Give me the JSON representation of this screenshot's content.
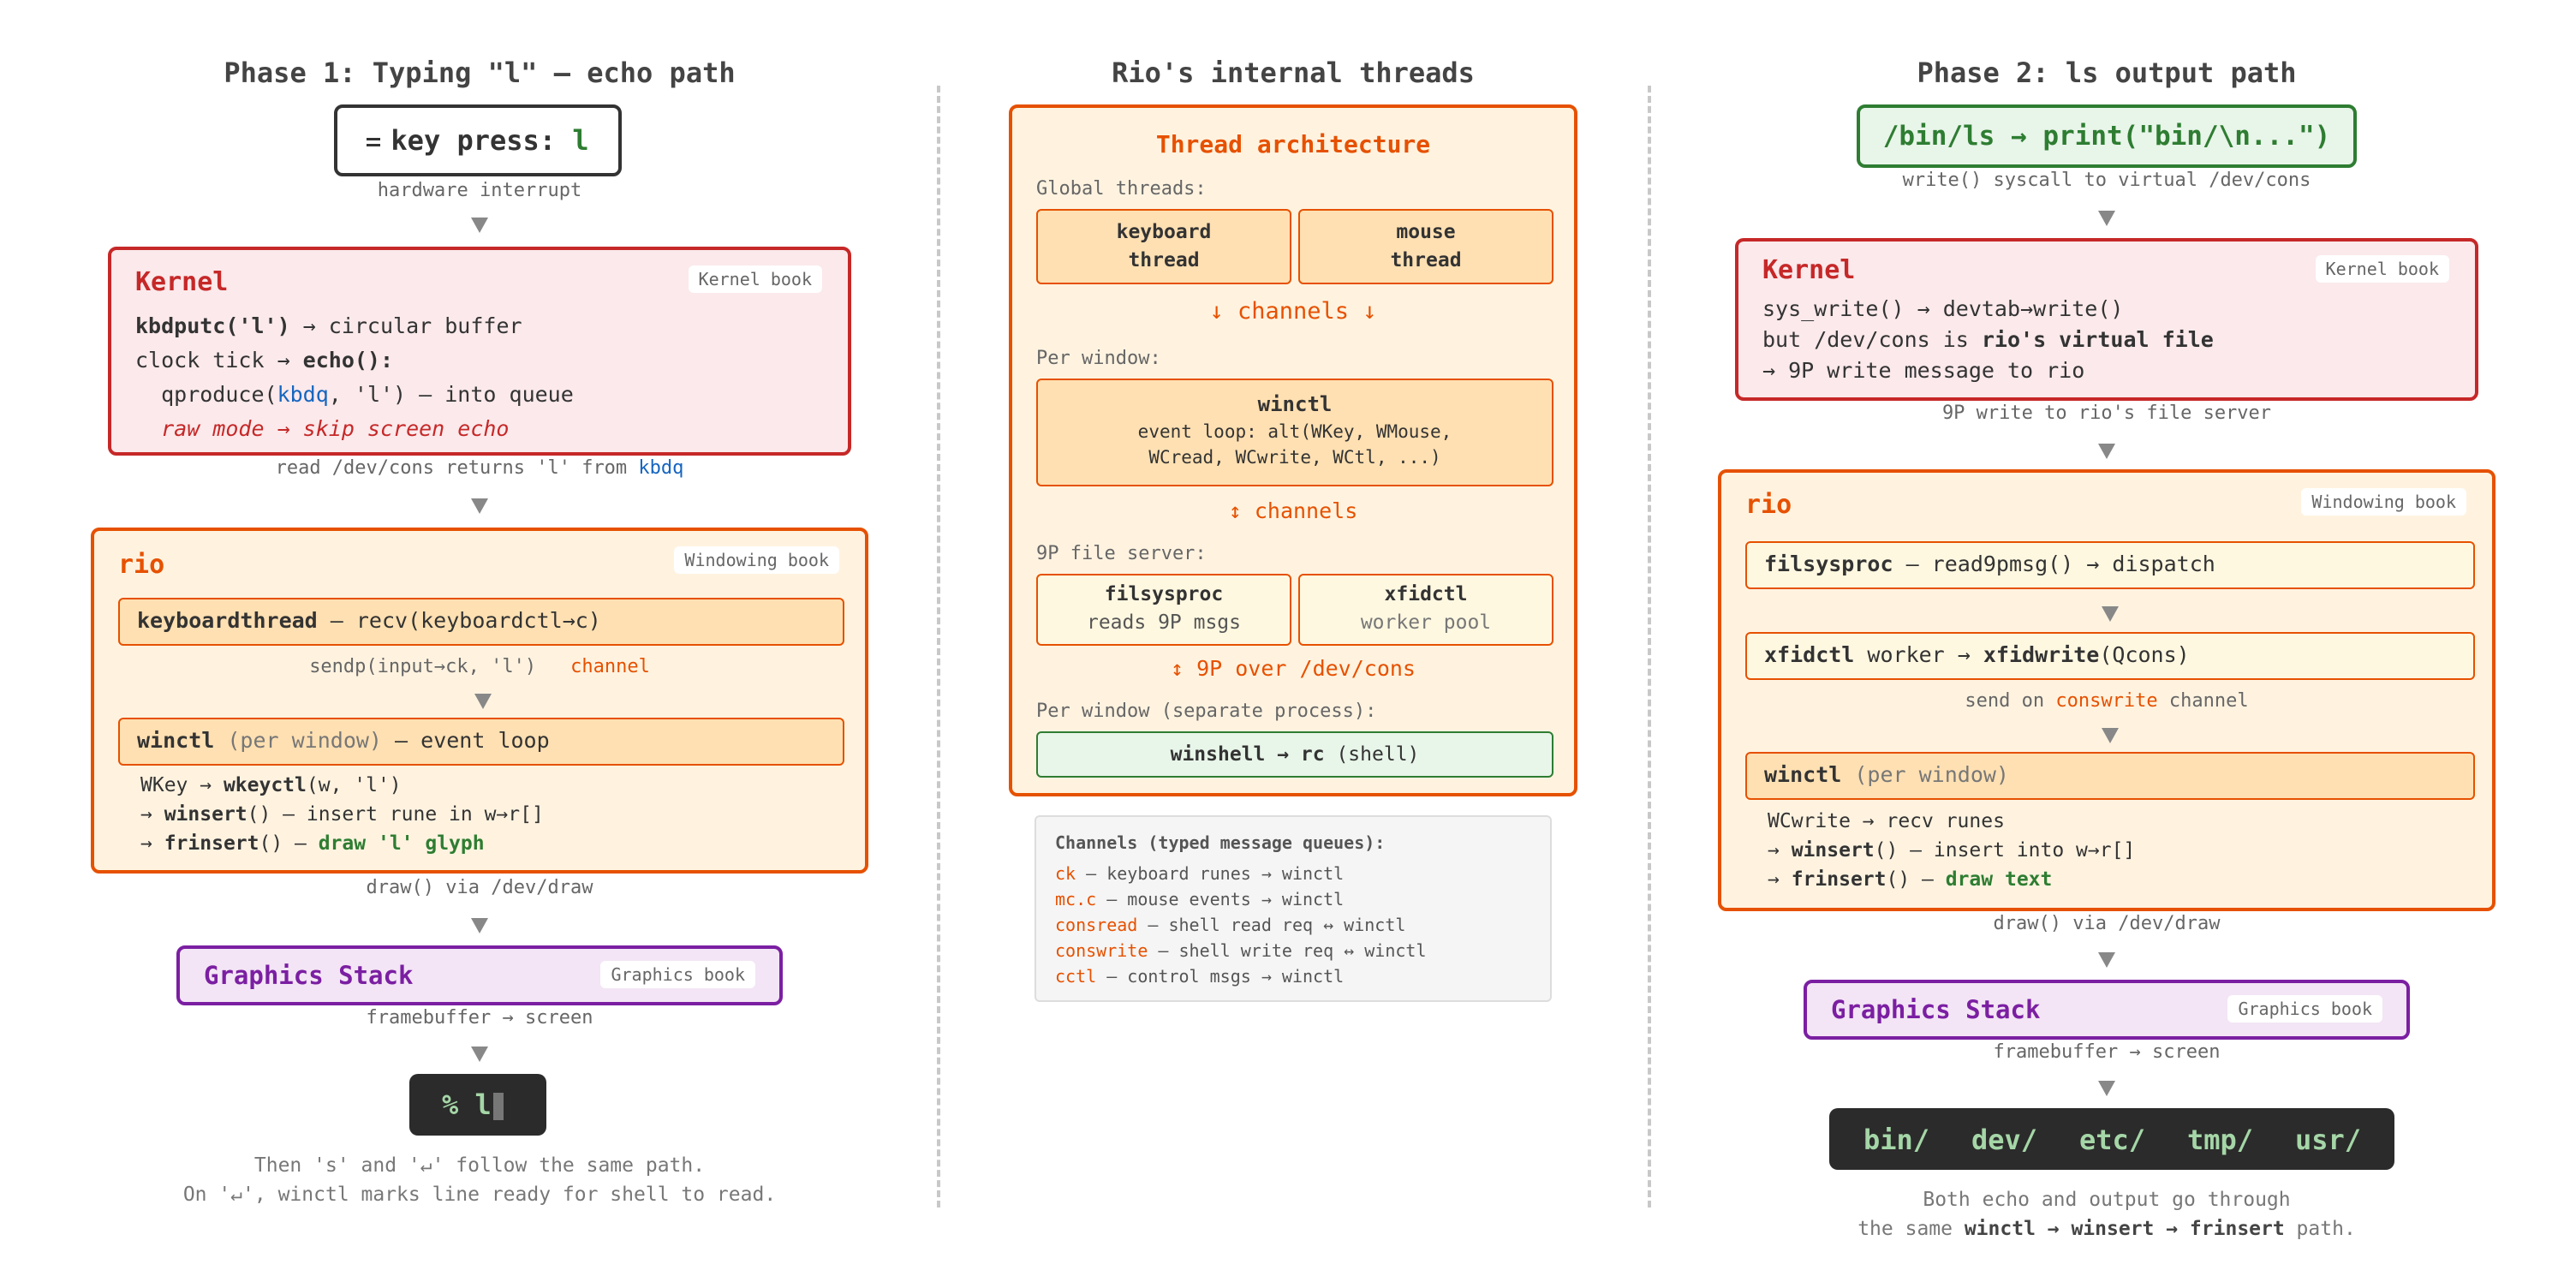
{
  "phase1": {
    "title": "Phase 1: Typing \"l\" — echo path",
    "keypress": {
      "prefix": "key press: ",
      "key": "l"
    },
    "interrupt_note": "hardware interrupt",
    "kernel": {
      "name": "Kernel",
      "tag": "Kernel book",
      "l1_fn": "kbdputc('l')",
      "l1_rest": " → circular buffer",
      "l2_pre": "clock tick → ",
      "l2_fn": "echo():",
      "l3_pre": "  qproduce(",
      "l3_blue": "kbdq",
      "l3_rest": ", 'l') — into queue",
      "l4": "  raw mode → skip screen echo"
    },
    "read_note_pre": "read /dev/cons returns 'l' from ",
    "read_note_blue": "kbdq",
    "rio": {
      "name": "rio",
      "tag": "Windowing book",
      "kb_bold": "keyboardthread",
      "kb_rest": " — recv(keyboardctl→c)",
      "send_note": "sendp(input→ck, 'l')",
      "send_channel": "channel",
      "winctl_bold": "winctl",
      "winctl_gray": " (per window)",
      "winctl_rest": " — event loop",
      "w1_pre": "WKey → ",
      "w1_fn": "wkeyctl",
      "w1_rest": "(w, 'l')",
      "w2_pre": "→ ",
      "w2_fn": "winsert",
      "w2_rest": "() — insert rune in w→r[]",
      "w3_pre": "→ ",
      "w3_fn": "frinsert",
      "w3_mid": "() — ",
      "w3_green": "draw 'l' glyph"
    },
    "draw_note": "draw() via /dev/draw",
    "gfx": {
      "name": "Graphics Stack",
      "tag": "Graphics book"
    },
    "fb_note": "framebuffer → screen",
    "terminal": "% l",
    "foot1": "Then 's' and '↵' follow the same path.",
    "foot2": "On '↵', winctl marks line ready for shell to read."
  },
  "threads": {
    "title": "Rio's internal threads",
    "arch_title": "Thread architecture",
    "global_label": "Global threads:",
    "kbd_thread": "keyboard\nthread",
    "mouse_thread": "mouse\nthread",
    "channels1": "↓ channels ↓",
    "per_window_label": "Per window:",
    "winctl_name": "winctl",
    "winctl_desc": "event loop: alt(WKey, WMouse,\nWCread, WCwrite, WCtl, ...)",
    "channels2": "↕ channels",
    "fs_label": "9P file server:",
    "filsys_name": "filsysproc",
    "filsys_desc": "reads 9P msgs",
    "xfid_name": "xfidctl",
    "xfid_desc": "worker pool",
    "ninep": "↕ 9P over /dev/cons",
    "sep_label": "Per window (separate process):",
    "winshell_bold": "winshell → rc",
    "winshell_rest": " (shell)",
    "legend_title": "Channels (typed message queues):",
    "legend": [
      {
        "name": "ck",
        "desc": " — keyboard runes → winctl"
      },
      {
        "name": "mc.c",
        "desc": " — mouse events → winctl"
      },
      {
        "name": "consread",
        "desc": " — shell read req ↔ winctl"
      },
      {
        "name": "conswrite",
        "desc": " — shell write req ↔ winctl"
      },
      {
        "name": "cctl",
        "desc": " — control msgs → winctl"
      }
    ]
  },
  "phase2": {
    "title": "Phase 2: ls output path",
    "ls_box": "/bin/ls → print(\"bin/\\n...\")",
    "write_note": "write() syscall to virtual /dev/cons",
    "kernel": {
      "name": "Kernel",
      "tag": "Kernel book",
      "l1": "sys_write() → devtab→write()",
      "l2_pre": "but /dev/cons is ",
      "l2_bold": "rio's virtual file",
      "l3": "→ 9P write message to rio"
    },
    "ninep_note": "9P write to rio's file server",
    "rio": {
      "name": "rio",
      "tag": "Windowing book",
      "fs_bold": "filsysproc",
      "fs_rest": " — read9pmsg() → dispatch",
      "xf_bold": "xfidctl",
      "xf_mid": " worker → ",
      "xf_fn": "xfidwrite",
      "xf_rest": "(Qcons)",
      "send_pre": "send on ",
      "send_orange": "conswrite",
      "send_rest": " channel",
      "winctl_bold": "winctl",
      "winctl_gray": " (per window)",
      "w1": "WCwrite → recv runes",
      "w2_pre": "→ ",
      "w2_fn": "winsert",
      "w2_rest": "() — insert into w→r[]",
      "w3_pre": "→ ",
      "w3_fn": "frinsert",
      "w3_mid": "() — ",
      "w3_green": "draw text"
    },
    "draw_note": "draw() via /dev/draw",
    "gfx": {
      "name": "Graphics Stack",
      "tag": "Graphics book"
    },
    "fb_note": "framebuffer → screen",
    "dirs": [
      "bin/",
      "dev/",
      "etc/",
      "tmp/",
      "usr/"
    ],
    "foot1": "Both echo and output go through",
    "foot2_pre": "the same ",
    "foot2_bold": "winctl → winsert → frinsert",
    "foot2_rest": " path."
  }
}
